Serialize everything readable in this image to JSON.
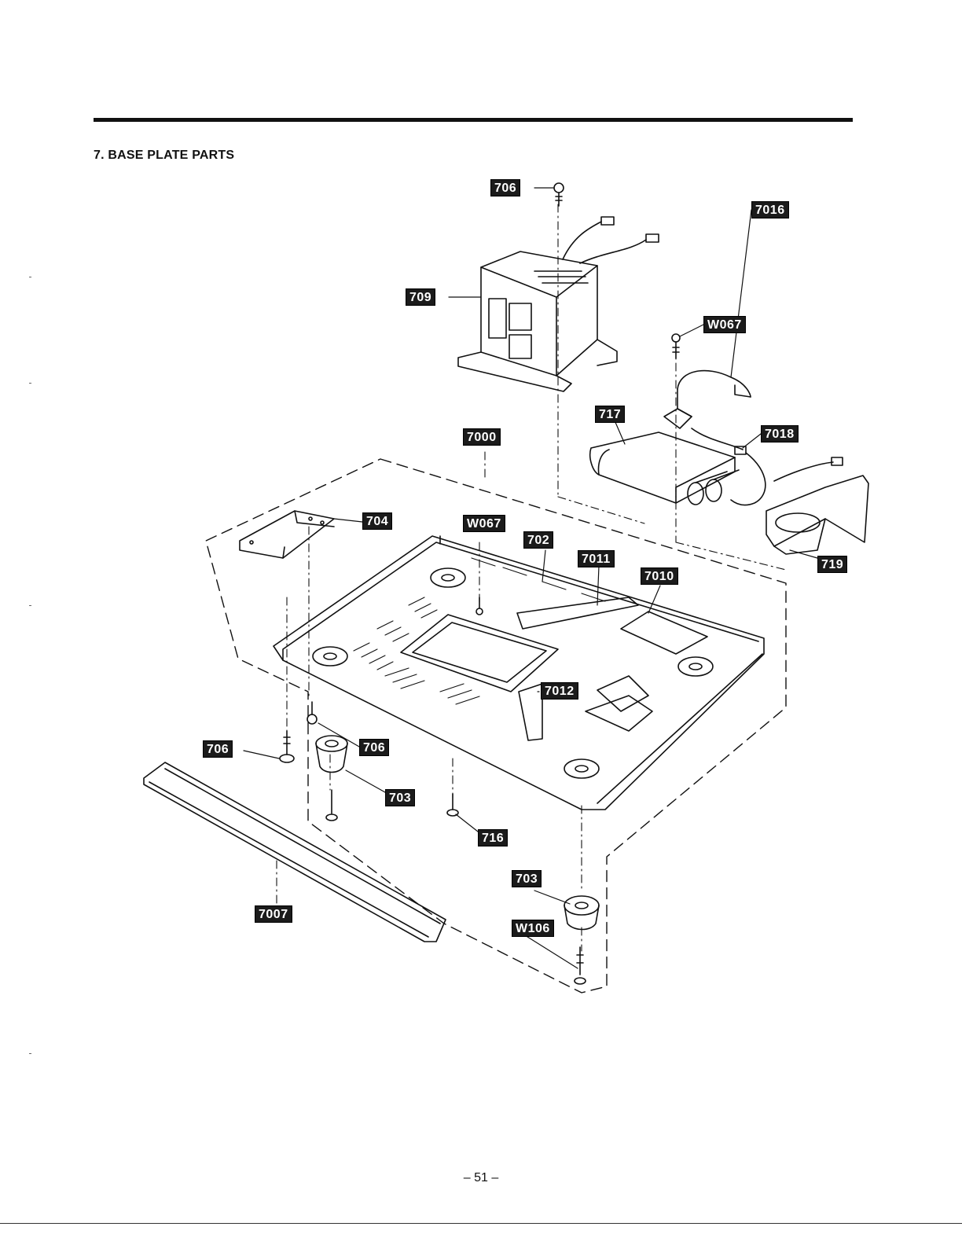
{
  "header": {
    "section_title": "7. BASE PLATE PARTS"
  },
  "footer": {
    "page_number": "– 51 –"
  },
  "callouts": {
    "screw_706_top": "706",
    "transformer_709": "709",
    "screw_w067_right": "W067",
    "clamp_7016": "7016",
    "capacitor_717": "717",
    "diode_7018": "7018",
    "base_plate_7000": "7000",
    "bracket_704": "704",
    "screw_w067_center": "W067",
    "part_702": "702",
    "part_7011": "7011",
    "part_7010": "7010",
    "bracket_719": "719",
    "part_7012": "7012",
    "screw_706_left": "706",
    "screw_706_mid": "706",
    "foot_703_left": "703",
    "screw_716": "716",
    "foot_703_right": "703",
    "screw_w106": "W106",
    "rail_7007": "7007"
  },
  "colors": {
    "ink": "#111111",
    "callout_bg": "#1b1b1b",
    "callout_text": "#ffffff"
  }
}
